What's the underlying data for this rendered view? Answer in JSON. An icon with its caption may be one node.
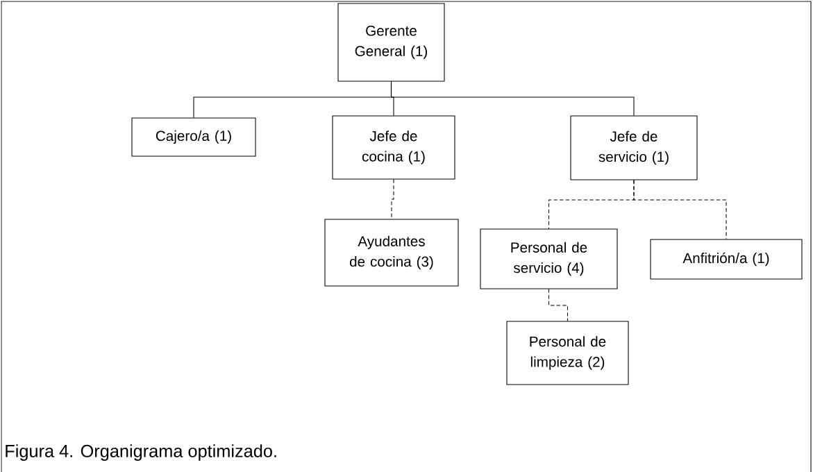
{
  "diagram": {
    "caption": "Figura 4. Organigrama optimizado.",
    "nodes": [
      {
        "text": [
          "Gerente General (1)"
        ]
      },
      {
        "text": [
          "Cajero/a (1)"
        ]
      },
      {
        "text": [
          "Jefe de cocina (1)"
        ]
      },
      {
        "text": [
          "Jefe de servicio (1)"
        ]
      },
      {
        "text": [
          "Ayudantes de cocina (3)"
        ]
      },
      {
        "text": [
          "Personal de servicio (4)"
        ]
      },
      {
        "text": [
          "Anfitrión/a (1)"
        ]
      },
      {
        "text": [
          "Personal de limpieza (2)"
        ]
      }
    ],
    "edges": [
      {
        "from": 0,
        "to": 1,
        "arrow": "none"
      },
      {
        "from": 0,
        "to": 2,
        "arrow": "none"
      },
      {
        "from": 0,
        "to": 3,
        "arrow": "none"
      },
      {
        "from": 2,
        "to": 4,
        "arrow": "none",
        "style": "dashed"
      },
      {
        "from": 3,
        "to": 5,
        "arrow": "none",
        "style": "dashed"
      },
      {
        "from": 3,
        "to": 6,
        "arrow": "none",
        "style": "dashed"
      },
      {
        "from": 5,
        "to": 7,
        "arrow": "none",
        "style": "dashed"
      }
    ]
  }
}
